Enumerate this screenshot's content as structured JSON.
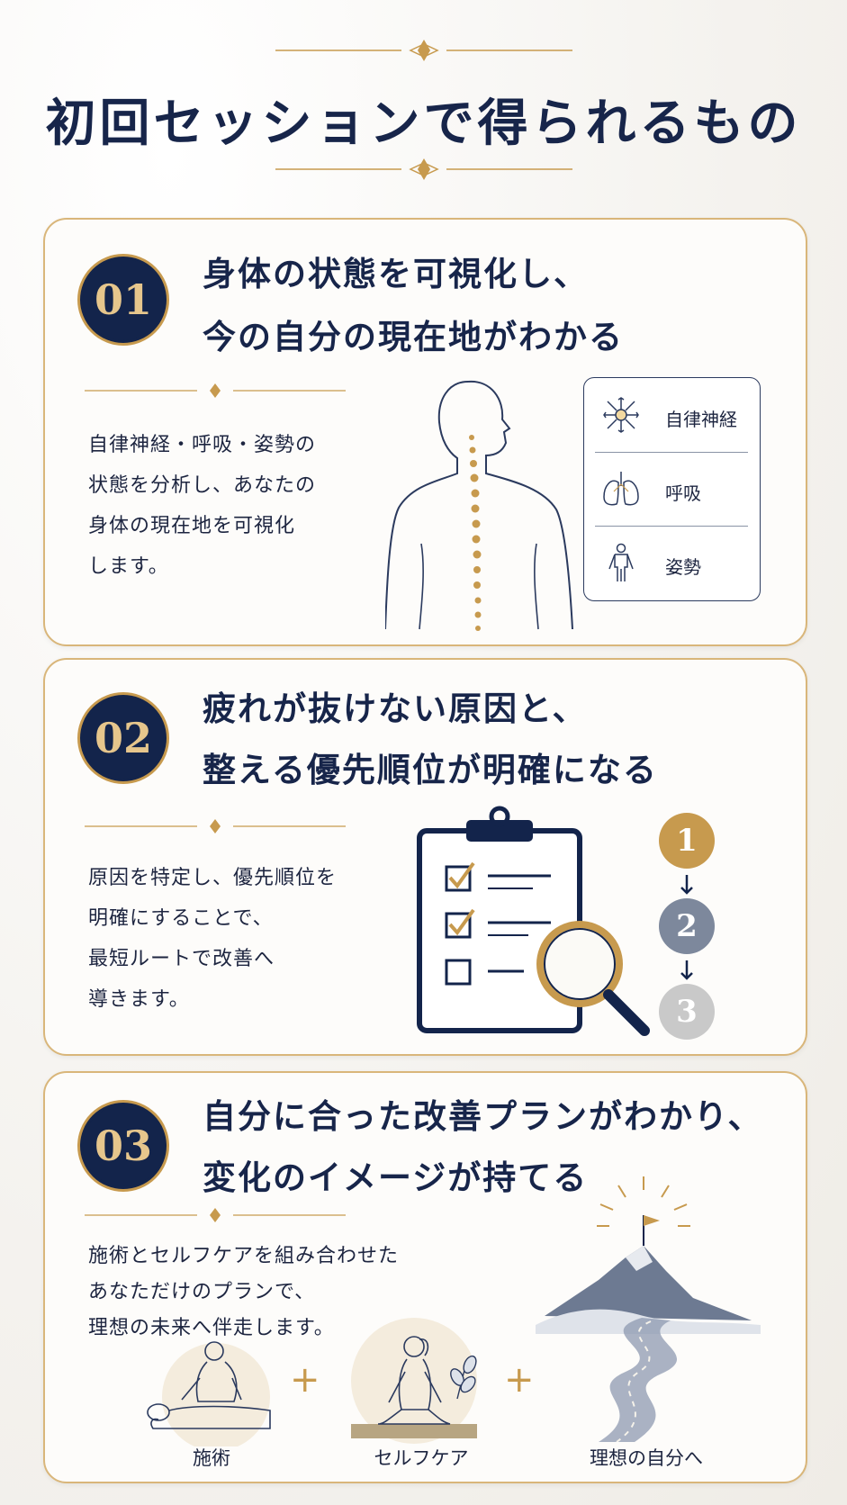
{
  "header": {
    "title": "初回セッションで得られるもの"
  },
  "cards": [
    {
      "number": "01",
      "title_line1": "身体の状態を可視化し、",
      "title_line2": "今の自分の現在地がわかる",
      "body": [
        "自律神経・呼吸・姿勢の",
        "状態を分析し、あなたの",
        "身体の現在地を可視化",
        "します。"
      ],
      "legend": [
        "自律神経",
        "呼吸",
        "姿勢"
      ]
    },
    {
      "number": "02",
      "title_line1": "疲れが抜けない原因と、",
      "title_line2": "整える優先順位が明確になる",
      "body": [
        "原因を特定し、優先順位を",
        "明確にすることで、",
        "最短ルートで改善へ",
        "導きます。"
      ],
      "steps": [
        "1",
        "2",
        "3"
      ]
    },
    {
      "number": "03",
      "title_line1": "自分に合った改善プランがわかり、",
      "title_line2": "変化のイメージが持てる",
      "body": [
        "施術とセルフケアを組み合わせた",
        "あなただけのプランで、",
        "理想の未来へ伴走します。"
      ],
      "captions": [
        "施術",
        "セルフケア",
        "理想の自分へ"
      ],
      "plus": "+"
    }
  ],
  "colors": {
    "navy": "#13244b",
    "gold": "#c79a4e",
    "step2": "#7d889c",
    "step3": "#c9c9c9"
  }
}
